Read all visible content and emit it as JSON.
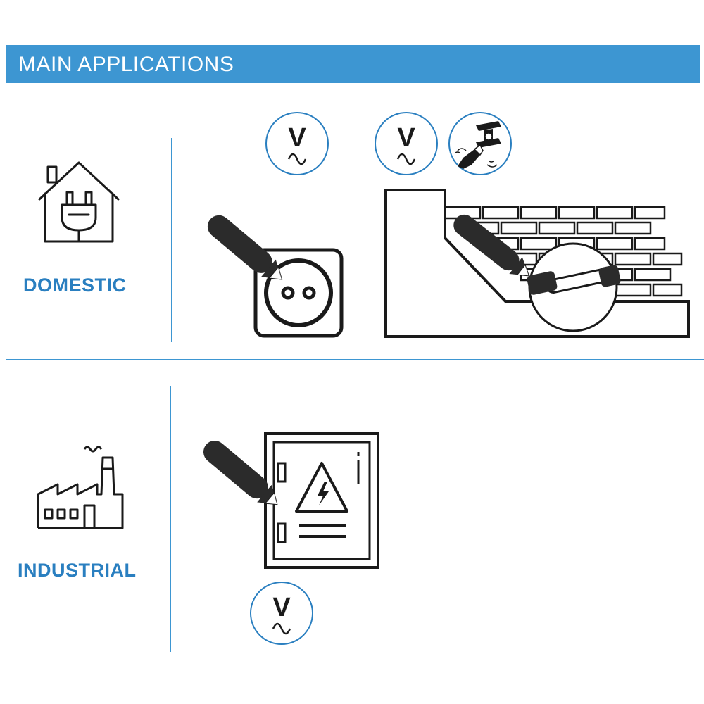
{
  "header": {
    "title": "MAIN APPLICATIONS"
  },
  "sections": [
    {
      "label": "DOMESTIC",
      "icon": "house-plug-icon",
      "applications": [
        {
          "name": "socket-outlet",
          "badges": [
            "voltage-ac-icon"
          ]
        },
        {
          "name": "wall-cable",
          "badges": [
            "voltage-ac-icon",
            "metal-detection-icon"
          ]
        }
      ]
    },
    {
      "label": "INDUSTRIAL",
      "icon": "factory-icon",
      "applications": [
        {
          "name": "electrical-panel",
          "badges": [
            "voltage-ac-icon"
          ]
        }
      ]
    }
  ],
  "badges": {
    "voltage_letter": "V"
  },
  "colors": {
    "accent": "#3d96d2",
    "label": "#2a7fc0",
    "ink": "#1a1a1a",
    "pen": "#2b2b2b"
  }
}
